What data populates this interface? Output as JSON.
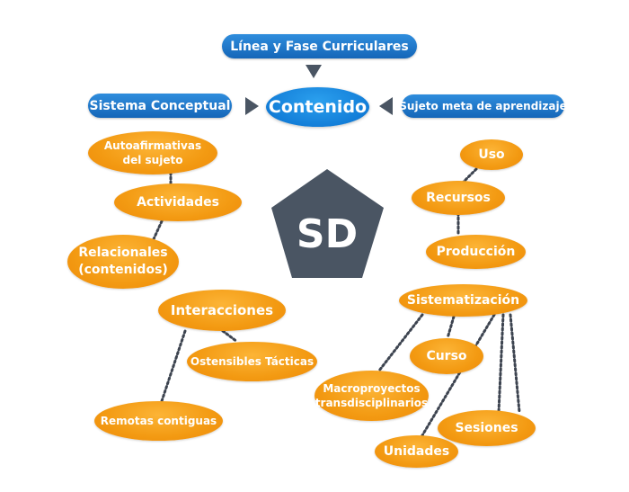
{
  "center": {
    "label": "SD",
    "color": "#4a5563"
  },
  "top_boxes": {
    "linea": "Línea y Fase Curriculares",
    "sistema": "Sistema Conceptual",
    "sujeto": "Sujeto meta de aprendizaje",
    "contenido": "Contenido"
  },
  "left_nodes": {
    "autoafirmativas": "Autoafirmativas\ndel sujeto",
    "actividades": "Actividades",
    "relacionales": "Relacionales\n(contenidos)",
    "interacciones": "Interacciones",
    "ostensibles": "Ostensibles Tácticas",
    "remotas": "Remotas contiguas"
  },
  "right_nodes": {
    "uso": "Uso",
    "recursos": "Recursos",
    "produccion": "Producción",
    "sistematizacion": "Sistematización",
    "curso": "Curso",
    "macroproyectos": "Macroproyectos\ntransdisciplinarios",
    "sesiones": "Sesiones",
    "unidades": "Unidades"
  },
  "colors": {
    "blue": "#1a6fc4",
    "orange": "#f39a12",
    "arrow": "#4a5563",
    "connector": "#3d4450"
  }
}
